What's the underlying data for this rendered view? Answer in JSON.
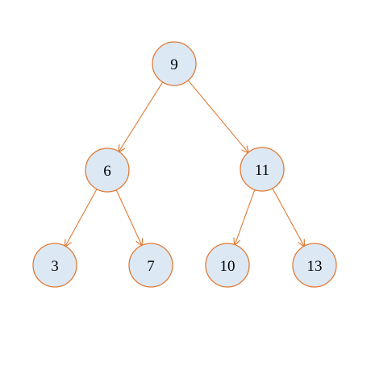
{
  "diagram": {
    "type": "binary-tree",
    "colors": {
      "node_fill": "#dde8f5",
      "node_stroke": "#e07a35",
      "edge": "#e07a35",
      "text": "#000000"
    },
    "nodes": [
      {
        "id": "n9",
        "label": "9"
      },
      {
        "id": "n6",
        "label": "6"
      },
      {
        "id": "n11",
        "label": "11"
      },
      {
        "id": "n3",
        "label": "3"
      },
      {
        "id": "n7",
        "label": "7"
      },
      {
        "id": "n10",
        "label": "10"
      },
      {
        "id": "n13",
        "label": "13"
      }
    ],
    "edges": [
      {
        "from": "n9",
        "to": "n6"
      },
      {
        "from": "n9",
        "to": "n11"
      },
      {
        "from": "n6",
        "to": "n3"
      },
      {
        "from": "n6",
        "to": "n7"
      },
      {
        "from": "n11",
        "to": "n10"
      },
      {
        "from": "n11",
        "to": "n13"
      }
    ]
  }
}
